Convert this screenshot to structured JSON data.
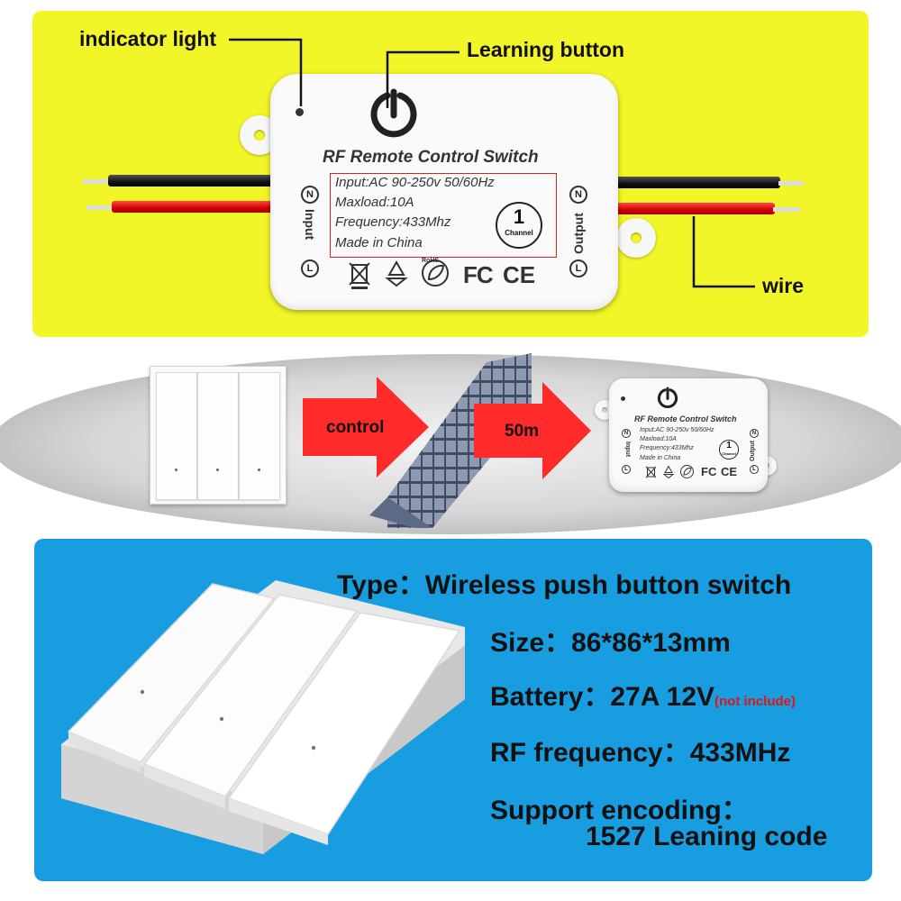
{
  "top": {
    "callouts": {
      "indicator": "indicator light",
      "learning": "Learning button",
      "wire": "wire"
    }
  },
  "module_big": {
    "title": "RF Remote Control Switch",
    "specs": {
      "input": "Input:AC 90-250v 50/60Hz",
      "maxload": "Maxload:10A",
      "frequency": "Frequency:433Mhz",
      "made": "Made in China"
    },
    "channel_num": "1",
    "channel_word": "Channel",
    "input_label": "Input",
    "output_label": "Output",
    "n_mark": "N",
    "l_mark": "L",
    "certs": {
      "fc": "FC",
      "ce": "CE",
      "rohs": "RoHS"
    }
  },
  "middle": {
    "control_label": "control",
    "distance_label": "50m"
  },
  "module_small": {
    "title": "RF Remote Control Switch",
    "specs": {
      "input": "Input:AC 90-250v 50/60Hz",
      "maxload": "Maxload:10A",
      "frequency": "Frequency:433Mhz",
      "made": "Made in China"
    },
    "channel_num": "1",
    "channel_word": "Channel",
    "input_label": "Input",
    "output_label": "Output",
    "n_mark": "N",
    "l_mark": "L",
    "certs": {
      "fc": "FC",
      "ce": "CE"
    }
  },
  "specs_panel": {
    "type": "Type：Wireless push button switch",
    "size": "Size：86*86*13mm",
    "battery": "Battery：27A 12V",
    "battery_note": "(not include)",
    "rf": "RF frequency：433MHz",
    "encoding_label": "Support encoding：",
    "encoding_value": "1527 Leaning code"
  },
  "colors": {
    "top_bg": "#f2f527",
    "bottom_bg": "#189de0",
    "arrow": "#ff2a2a",
    "spec_border": "#e02020"
  },
  "icons": [
    "learning-button-icon",
    "indicator-light-icon",
    "weee-bin-icon",
    "recycle-icon",
    "rohs-leaf-icon",
    "arrow-right-icon",
    "building-icon"
  ]
}
